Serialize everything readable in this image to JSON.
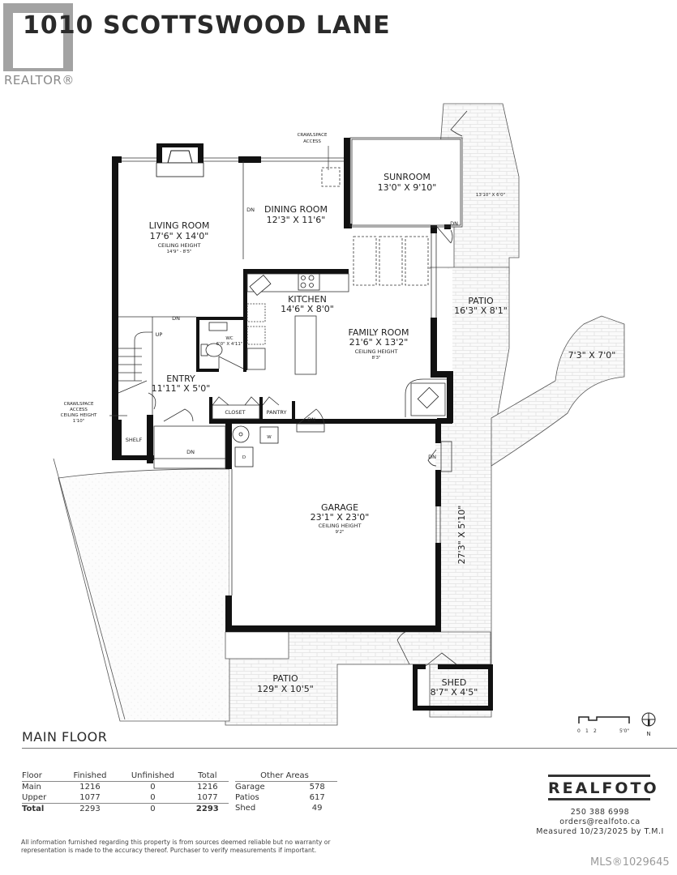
{
  "header": {
    "title": "1010 SCOTTSWOOD LANE",
    "realtor_logo_text": "REALTOR®"
  },
  "floor_plan": {
    "rooms": [
      {
        "id": "living-room",
        "name": "LIVING ROOM",
        "dims": "17'6\" X 14'0\"",
        "ceiling_label": "CEILING HEIGHT",
        "ceiling": "14'9\" - 8'5\""
      },
      {
        "id": "dining-room",
        "name": "DINING ROOM",
        "dims": "12'3\" X 11'6\""
      },
      {
        "id": "sunroom",
        "name": "SUNROOM",
        "dims": "13'0\" X 9'10\""
      },
      {
        "id": "kitchen",
        "name": "KITCHEN",
        "dims": "14'6\" X 8'0\""
      },
      {
        "id": "family-room",
        "name": "FAMILY ROOM",
        "dims": "21'6\" X 13'2\"",
        "ceiling_label": "CEILING HEIGHT",
        "ceiling": "8'3\""
      },
      {
        "id": "wc",
        "name": "WC",
        "dims": "6'0\" X 4'11\""
      },
      {
        "id": "entry",
        "name": "ENTRY",
        "dims": "11'11\" X 5'0\""
      },
      {
        "id": "garage",
        "name": "GARAGE",
        "dims": "23'1\" X 23'0\"",
        "ceiling_label": "CEILING HEIGHT",
        "ceiling": "9'2\""
      },
      {
        "id": "shed",
        "name": "SHED",
        "dims": "8'7\" X 4'5\""
      },
      {
        "id": "patio-east",
        "name": "PATIO",
        "dims": "16'3\" X 8'1\""
      },
      {
        "id": "patio-south",
        "name": "PATIO",
        "dims": "129\" X 10'5\""
      }
    ],
    "outdoor_dims": {
      "north_patio": "13'10\" X 6'0\"",
      "round_patio": "7'3\" X 7'0\"",
      "side_path": "27'3\" X 5'10\""
    },
    "labels": {
      "crawlspace_top_line1": "CRAWLSPACE",
      "crawlspace_top_line2": "ACCESS",
      "crawlspace_left_line1": "CRAWLSPACE",
      "crawlspace_left_line2": "ACCESS",
      "crawlspace_left_line3": "CEILING HEIGHT",
      "crawlspace_left_line4": "1'10\"",
      "closet": "CLOSET",
      "pantry": "PANTRY",
      "shelf": "SHELF",
      "up": "UP",
      "dn": "DN",
      "washer": "W",
      "dryer": "D"
    }
  },
  "section": {
    "title": "MAIN FLOOR"
  },
  "scale_bar": {
    "ticks": [
      "0",
      "1",
      "2",
      "5'0\""
    ],
    "north": "N"
  },
  "floor_table": {
    "headers": [
      "Floor",
      "Finished",
      "Unfinished",
      "Total"
    ],
    "rows": [
      [
        "Main",
        "1216",
        "0",
        "1216"
      ],
      [
        "Upper",
        "1077",
        "0",
        "1077"
      ]
    ],
    "total": [
      "Total",
      "2293",
      "0",
      "2293"
    ]
  },
  "other_areas": {
    "header": "Other Areas",
    "rows": [
      [
        "Garage",
        "578"
      ],
      [
        "Patios",
        "617"
      ],
      [
        "Shed",
        "49"
      ]
    ]
  },
  "disclaimer": "All information furnished regarding this property is from sources deemed reliable but no warranty or representation is made to the accuracy thereof. Purchaser to verify measurements if important.",
  "brand": {
    "name": "REALFOTO",
    "phone": "250 388 6998",
    "email": "orders@realfoto.ca",
    "measured": "Measured  10/23/2025 by T.M.I"
  },
  "mls": "MLS®1029645"
}
